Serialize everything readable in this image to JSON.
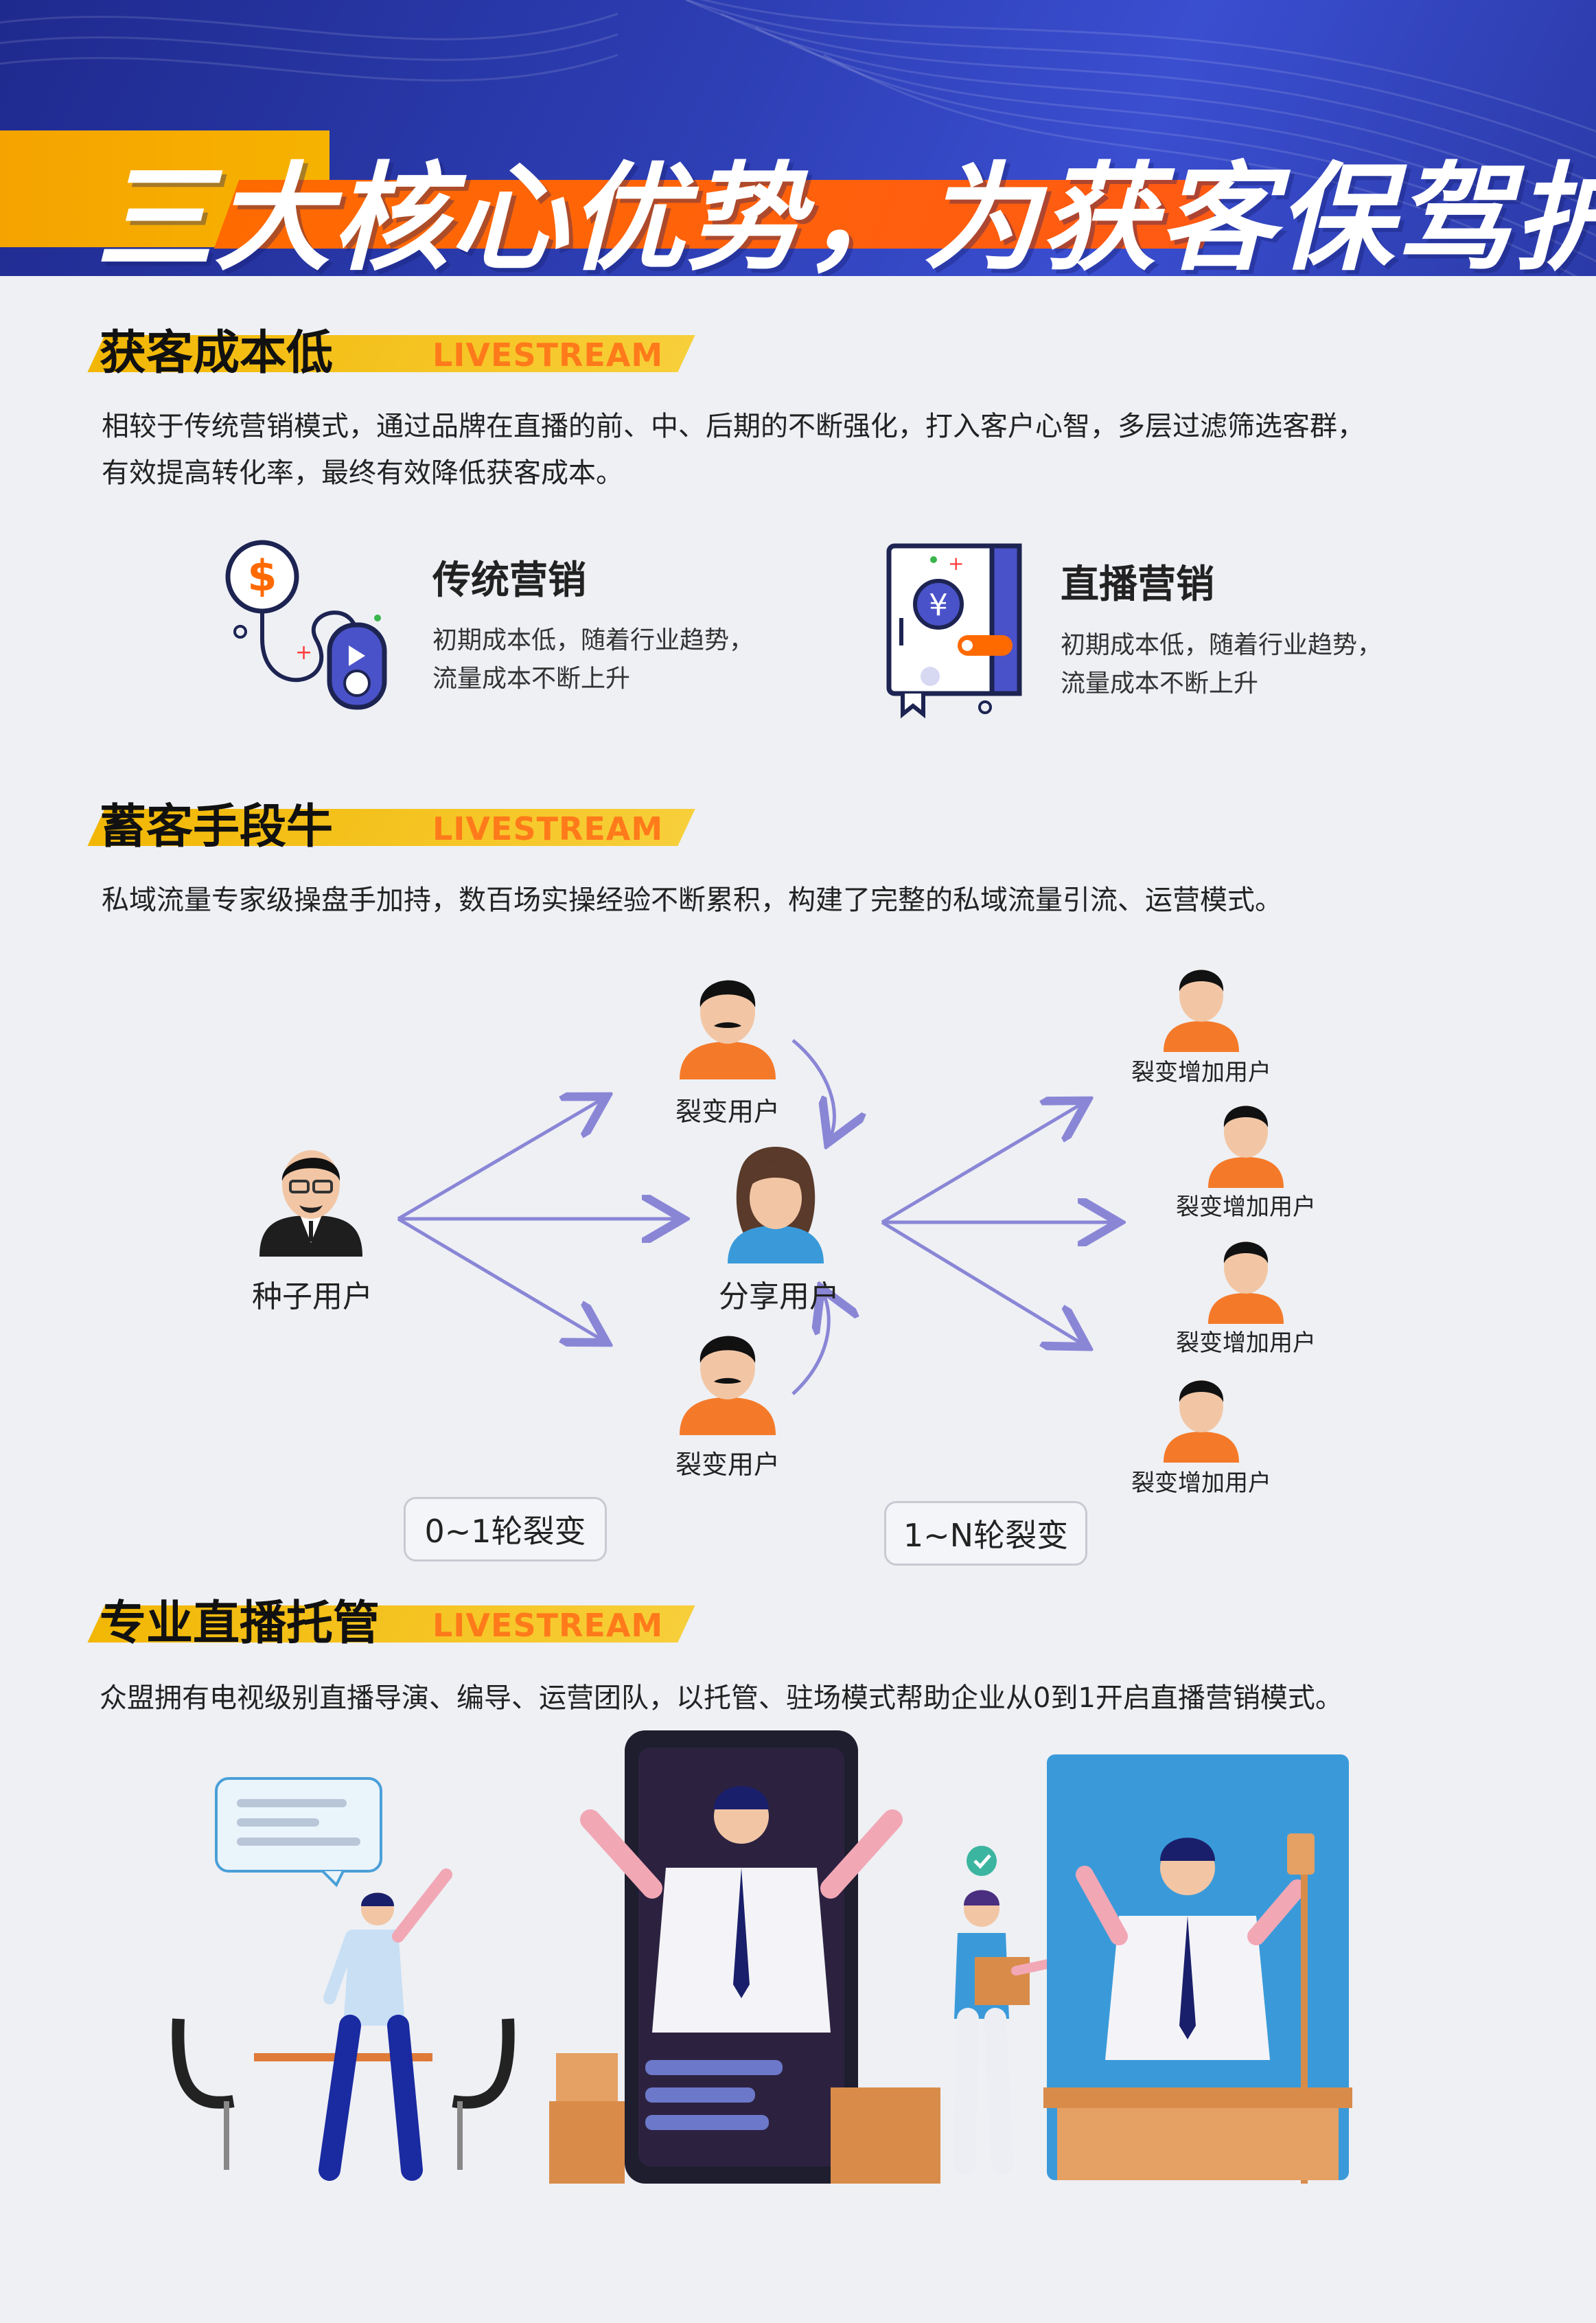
{
  "header": {
    "title": "三大核心优势，为获客保驾护航"
  },
  "sections": [
    {
      "title": "获客成本低",
      "subtitle": "LIVESTREAM",
      "paragraph_lines": [
        "相较于传统营销模式，通过品牌在直播的前、中、后期的不断强化，打入客户心智，多层过滤筛选客群，",
        "有效提高转化率，最终有效降低获客成本。"
      ],
      "cards": [
        {
          "icon": "traditional-marketing-icon",
          "title": "传统营销",
          "desc_lines": [
            "初期成本低，随着行业趋势，",
            "流量成本不断上升"
          ]
        },
        {
          "icon": "livestream-marketing-icon",
          "title": "直播营销",
          "desc_lines": [
            "初期成本低，随着行业趋势，",
            "流量成本不断上升"
          ]
        }
      ]
    },
    {
      "title": "蓄客手段牛",
      "subtitle": "LIVESTREAM",
      "paragraph": "私域流量专家级操盘手加持，数百场实操经验不断累积，构建了完整的私域流量引流、运营模式。",
      "diagram": {
        "seed_user": "种子用户",
        "share_user": "分享用户",
        "fission_user_top": "裂变用户",
        "fission_user_bottom": "裂变用户",
        "growth_users": [
          "裂变增加用户",
          "裂变增加用户",
          "裂变增加用户",
          "裂变增加用户"
        ],
        "stage_labels": [
          "0~1轮裂变",
          "1~N轮裂变"
        ]
      }
    },
    {
      "title": "专业直播托管",
      "subtitle": "LIVESTREAM",
      "paragraph": "众盟拥有电视级别直播导演、编导、运营团队，以托管、驻场模式帮助企业从0到1开启直播营销模式。"
    }
  ],
  "colors": {
    "header_blue": "#2e3fb5",
    "accent_orange": "#ff6a00",
    "accent_yellow": "#f2b705",
    "arrow_purple": "#8a86d6",
    "shirt_orange": "#f47a2a",
    "shirt_blue": "#3a9ad9"
  }
}
